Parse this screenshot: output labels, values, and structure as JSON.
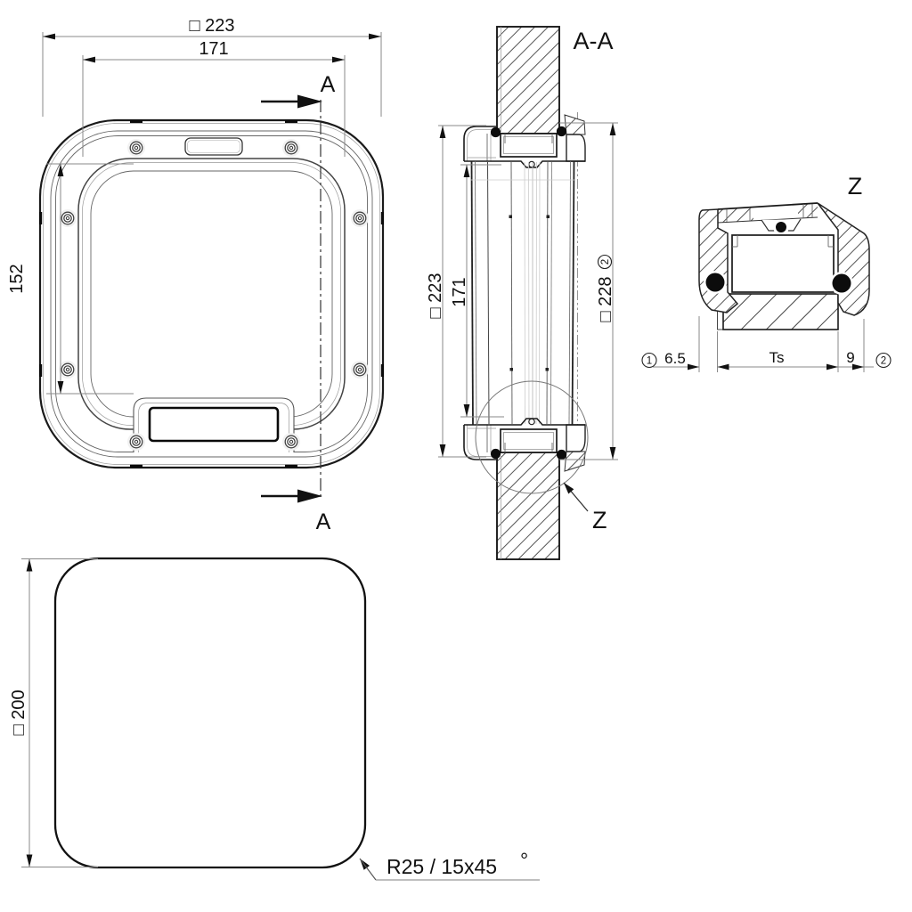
{
  "drawing": {
    "ink_color": "#1a1a1a",
    "dim_line_color": "#8a8a8a",
    "front_view": {
      "dim_outer": "□ 223",
      "dim_inner_width": "171",
      "dim_inner_height": "152",
      "section_label": "A"
    },
    "section_view": {
      "label": "A-A",
      "dim_outer": "□ 223",
      "dim_inner": "171",
      "dim_overall": "□ 228",
      "overall_ref": "2",
      "detail_ref": "Z"
    },
    "detail_view": {
      "label": "Z",
      "ref_left": "1",
      "dim_offset": "6.5",
      "dim_thickness": "Ts",
      "dim_trim": "9",
      "ref_right": "2"
    },
    "cutout_view": {
      "dim_size": "□ 200",
      "corner_note": "R25 / 15x45",
      "corner_note_degree": "°"
    }
  }
}
